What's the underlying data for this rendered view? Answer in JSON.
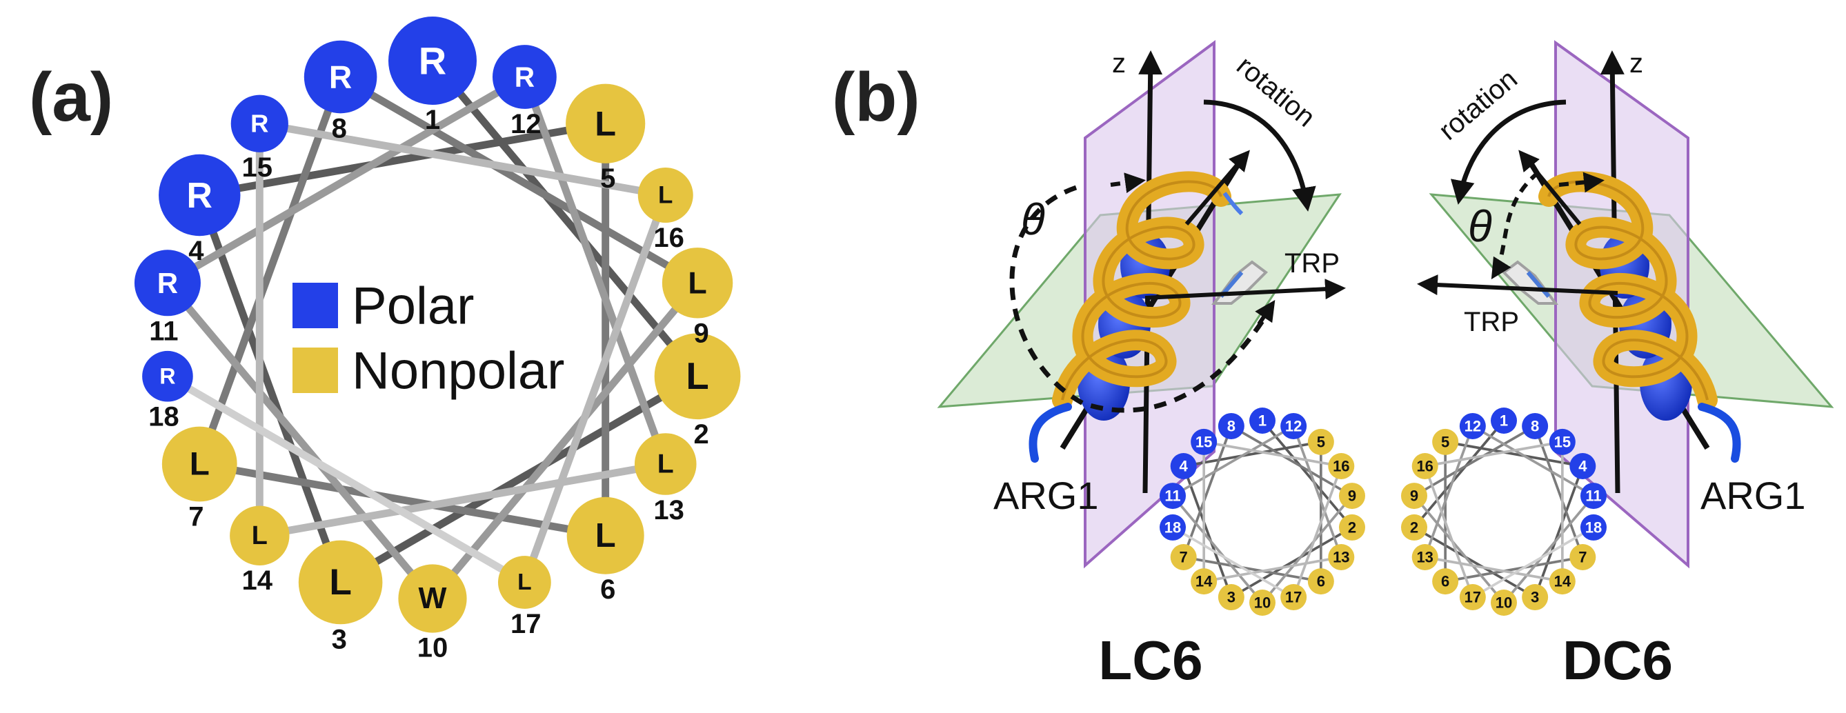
{
  "panels": {
    "a": {
      "label": "(a)"
    },
    "b": {
      "label": "(b)"
    }
  },
  "colors": {
    "polar": "#2340e8",
    "nonpolar": "#e6c440",
    "plane_green": "#c8e0c0",
    "plane_purple": "#dcc8ec",
    "ribbon": "#e3aa22",
    "ribbon_dark": "#b07810"
  },
  "legend": {
    "polar_label": "Polar",
    "nonpolar_label": "Nonpolar"
  },
  "residues": [
    {
      "n": "1",
      "letter": "R",
      "type": "polar"
    },
    {
      "n": "2",
      "letter": "L",
      "type": "nonpolar"
    },
    {
      "n": "3",
      "letter": "L",
      "type": "nonpolar"
    },
    {
      "n": "4",
      "letter": "R",
      "type": "polar"
    },
    {
      "n": "5",
      "letter": "L",
      "type": "nonpolar"
    },
    {
      "n": "6",
      "letter": "L",
      "type": "nonpolar"
    },
    {
      "n": "7",
      "letter": "L",
      "type": "nonpolar"
    },
    {
      "n": "8",
      "letter": "R",
      "type": "polar"
    },
    {
      "n": "9",
      "letter": "L",
      "type": "nonpolar"
    },
    {
      "n": "10",
      "letter": "W",
      "type": "nonpolar"
    },
    {
      "n": "11",
      "letter": "R",
      "type": "polar"
    },
    {
      "n": "12",
      "letter": "R",
      "type": "polar"
    },
    {
      "n": "13",
      "letter": "L",
      "type": "nonpolar"
    },
    {
      "n": "14",
      "letter": "L",
      "type": "nonpolar"
    },
    {
      "n": "15",
      "letter": "R",
      "type": "polar"
    },
    {
      "n": "16",
      "letter": "L",
      "type": "nonpolar"
    },
    {
      "n": "17",
      "letter": "L",
      "type": "nonpolar"
    },
    {
      "n": "18",
      "letter": "R",
      "type": "polar"
    }
  ],
  "panel_b": {
    "axis_z": "z",
    "rotation": "rotation",
    "theta": "θ",
    "trp": "TRP",
    "arg1": "ARG1",
    "lc6": "LC6",
    "dc6": "DC6"
  }
}
